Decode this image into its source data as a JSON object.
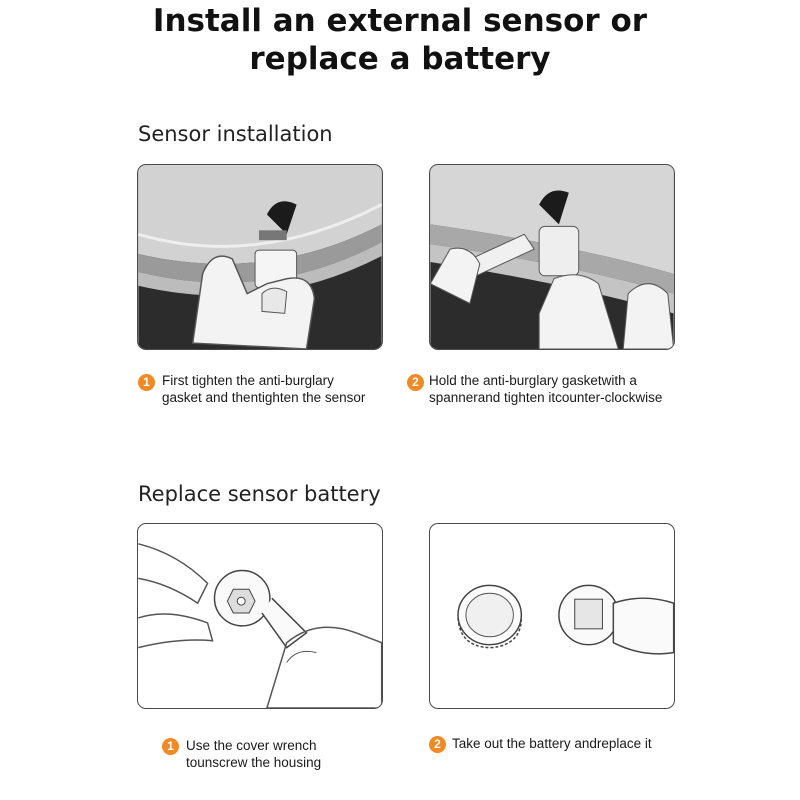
{
  "title": {
    "line1": "Install an external sensor or",
    "line2": "replace a battery"
  },
  "sections": [
    {
      "heading": "Sensor installation",
      "steps": [
        {
          "number": "1",
          "lines": [
            "First tighten the anti-burglary",
            "gasket and thentighten the sensor"
          ]
        },
        {
          "number": "2",
          "lines": [
            "Hold the anti-burglary gasketwith a",
            "spannerand tighten itcounter-clockwise"
          ]
        }
      ]
    },
    {
      "heading": "Replace sensor battery",
      "steps": [
        {
          "number": "1",
          "lines": [
            "Use the cover wrench",
            "tounscrew the housing"
          ]
        },
        {
          "number": "2",
          "lines": [
            "Take out the battery andreplace it"
          ]
        }
      ]
    }
  ],
  "colors": {
    "accent": "#f08a24",
    "tire": "#2b2b2b",
    "rim": "#c9c9c9",
    "frame": "#4a4a4a"
  }
}
